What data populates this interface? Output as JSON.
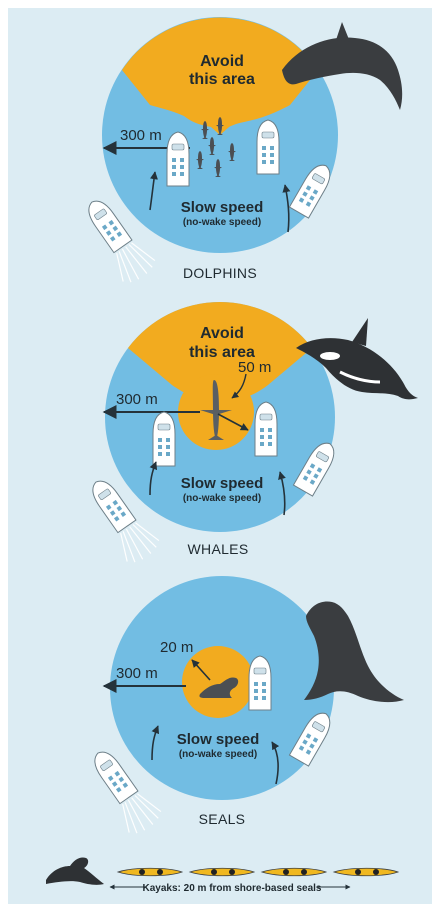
{
  "dolphins": {
    "avoid_line1": "Avoid",
    "avoid_line2": "this area",
    "distance": "300 m",
    "slow_label": "Slow speed",
    "no_wake": "(no-wake speed)",
    "caption": "DOLPHINS"
  },
  "whales": {
    "avoid_line1": "Avoid",
    "avoid_line2": "this area",
    "distance": "300 m",
    "inner_distance": "50 m",
    "slow_label": "Slow speed",
    "no_wake": "(no-wake speed)",
    "caption": "WHALES"
  },
  "seals": {
    "distance": "300 m",
    "inner_distance": "20 m",
    "slow_label": "Slow speed",
    "no_wake": "(no-wake speed)",
    "caption": "SEALS"
  },
  "footer": {
    "kayak_rule": "Kayaks: 20 m from shore-based seals"
  },
  "colors": {
    "background": "#dcecf3",
    "water": "#72bde3",
    "avoid_zone": "#f2ab1f",
    "animal": "#3a3d40",
    "text": "#1f2a30"
  },
  "icons": [
    "dolphin-silhouette-icon",
    "orca-silhouette-icon",
    "sea-lion-silhouette-icon",
    "boat-icon",
    "kayak-icon"
  ]
}
